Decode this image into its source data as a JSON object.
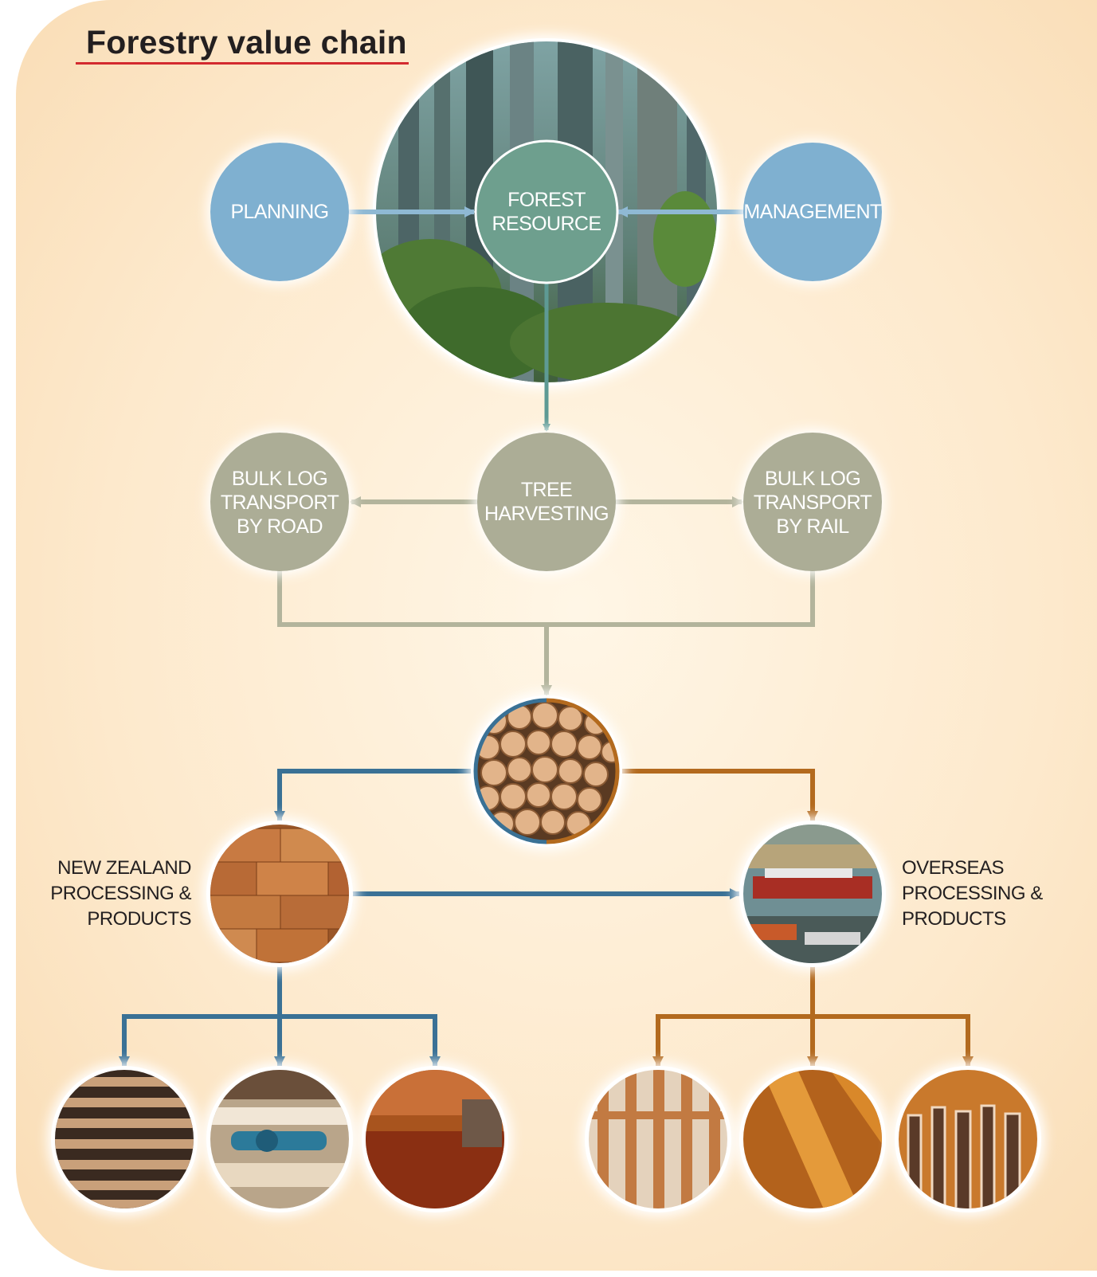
{
  "title": "Forestry value chain",
  "nodes": {
    "planning": "PLANNING",
    "forest_resource": "FOREST\nRESOURCE",
    "management": "MANAGEMENT",
    "road": "BULK LOG\nTRANSPORT\nBY ROAD",
    "harvesting": "TREE\nHARVESTING",
    "rail": "BULK LOG\nTRANSPORT\nBY RAIL"
  },
  "side_labels": {
    "nz": "NEW ZEALAND\nPROCESSING &\nPRODUCTS",
    "overseas": "OVERSEAS\nPROCESSING &\nPRODUCTS"
  },
  "colors": {
    "blue_node": "#7fb0d0",
    "teal_node": "#6e9f8e",
    "khaki_node": "#acad96",
    "nz_line": "#3a7195",
    "overseas_line": "#b36a1e",
    "title_rule": "#d32a2f"
  }
}
